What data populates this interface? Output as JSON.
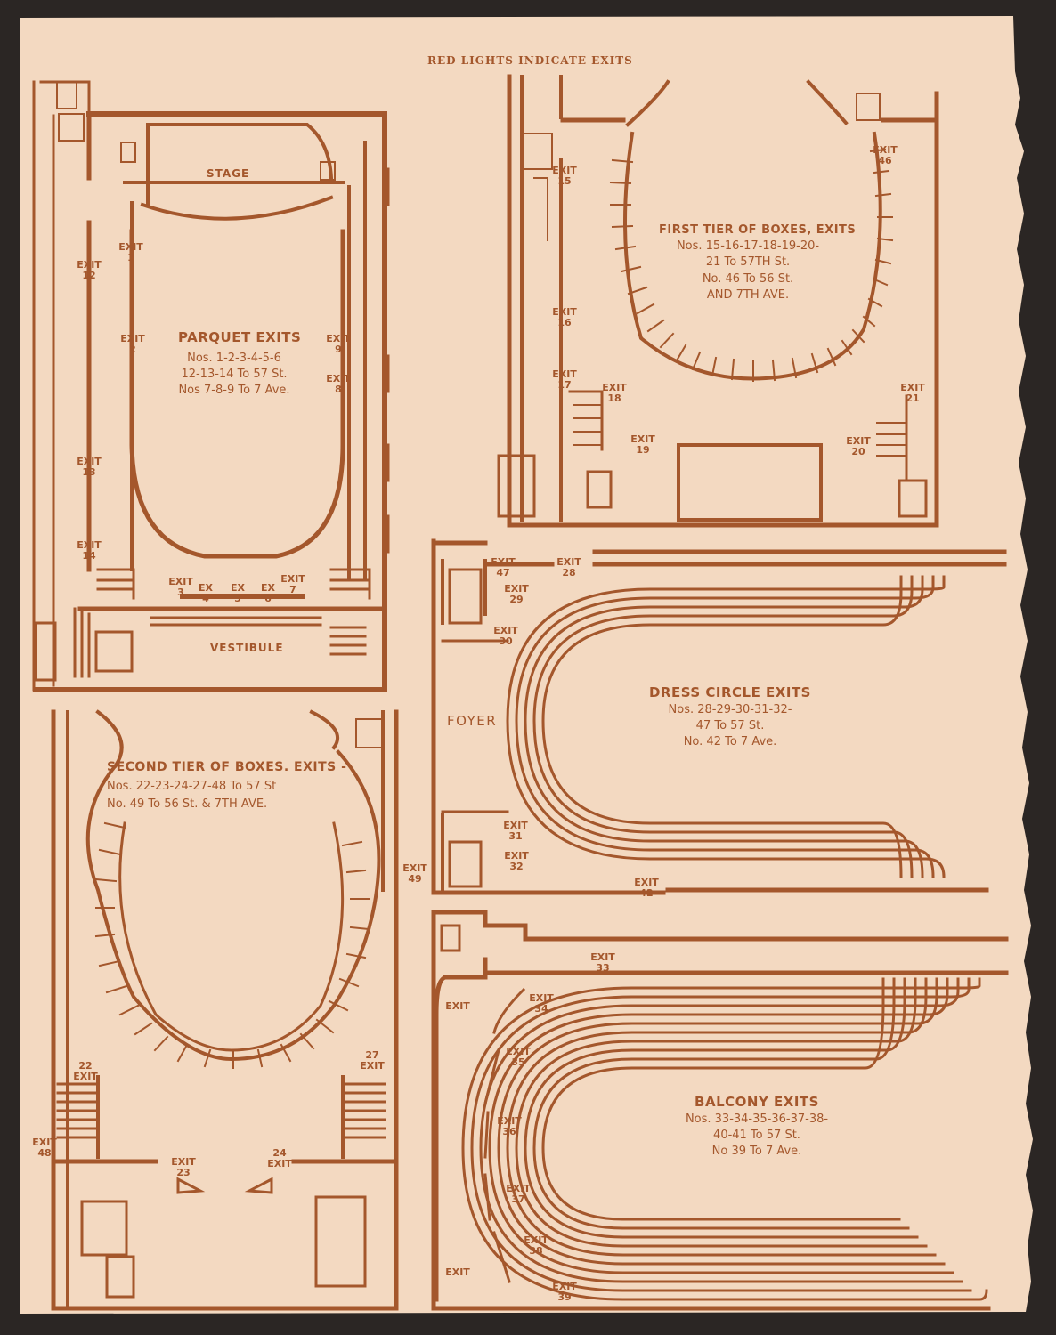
{
  "header": {
    "title": "RED LIGHTS INDICATE EXITS"
  },
  "parquet": {
    "stage_label": "STAGE",
    "vestibule_label": "VESTIBULE",
    "heading": "PARQUET EXITS",
    "lines": [
      "Nos. 1-2-3-4-5-6",
      "12-13-14 To 57 St.",
      "Nos 7-8-9 To 7 Ave."
    ],
    "exits": [
      "EXIT 1",
      "EXIT 2",
      "EXIT 3",
      "EX 4",
      "EX 5",
      "EX 6",
      "EXIT 7",
      "EXIT 8",
      "EXIT 9",
      "EXIT 12",
      "EXIT 13",
      "EXIT 14"
    ]
  },
  "first_tier": {
    "heading": "FIRST TIER OF BOXES, EXITS",
    "lines": [
      "Nos. 15-16-17-18-19-20-",
      "21 To 57TH St.",
      "No. 46 To 56 St.",
      "AND 7TH AVE."
    ],
    "exits": [
      "EXIT 15",
      "EXIT 16",
      "EXIT 17",
      "EXIT 18",
      "EXIT 19",
      "EXIT 20",
      "EXIT 21",
      "EXIT 46"
    ]
  },
  "dress_circle": {
    "foyer_label": "FOYER",
    "heading": "DRESS CIRCLE EXITS",
    "lines": [
      "Nos. 28-29-30-31-32-",
      "47 To 57 St.",
      "No. 42 To 7 Ave."
    ],
    "exits": [
      "EXIT 47",
      "EXIT 28",
      "EXIT 29",
      "EXIT 30",
      "EXIT 31",
      "EXIT 32",
      "EXIT 42"
    ]
  },
  "second_tier": {
    "heading": "SECOND TIER OF BOXES. EXITS -",
    "lines": [
      "Nos. 22-23-24-27-48 To 57 St",
      "No. 49 To 56 St. & 7TH AVE."
    ],
    "exits": [
      "EXIT 49",
      "22 EXIT",
      "27 EXIT",
      "EXIT 48",
      "EXIT 23",
      "24 EXIT"
    ]
  },
  "balcony": {
    "heading": "BALCONY EXITS",
    "lines": [
      "Nos. 33-34-35-36-37-38-",
      "40-41 To 57 St.",
      "No 39 To 7 Ave."
    ],
    "exits": [
      "EXIT 33",
      "EXIT",
      "EXIT 34",
      "EXIT 35",
      "EXIT 36",
      "EXIT 37",
      "EXIT 38",
      "EXIT 39",
      "EXIT"
    ]
  },
  "colors": {
    "ink": "#a4572c",
    "paper": "#f3d9c1",
    "background": "#2b2624"
  }
}
